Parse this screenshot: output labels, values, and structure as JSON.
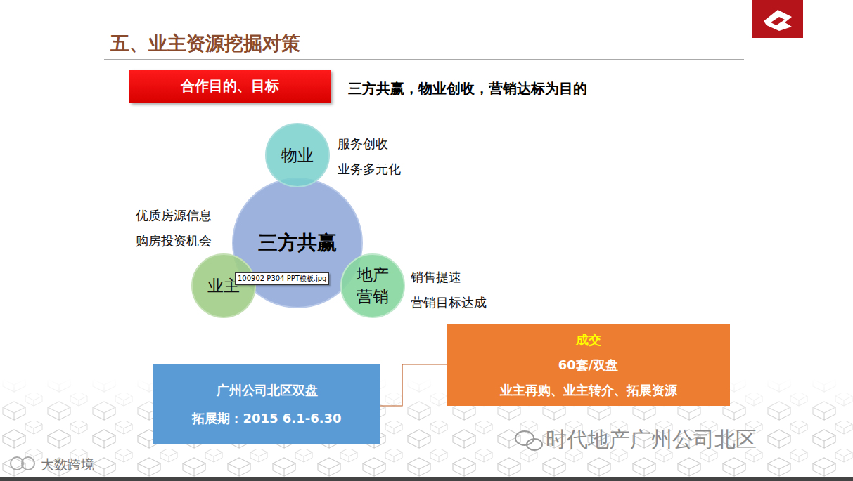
{
  "diagram": {
    "title": "五、业主资源挖掘对策",
    "nodes": [
      {
        "text": [
          "合作目的、目标"
        ]
      },
      {
        "text": [
          "物业"
        ]
      },
      {
        "text": [
          "三方共赢"
        ]
      },
      {
        "text": [
          "业主"
        ]
      },
      {
        "text": [
          "地产 营销"
        ]
      },
      {
        "text": [
          "广州公司北区双盘",
          "拓展期：2015 6.1-6.30"
        ]
      },
      {
        "text": [
          "成交",
          "60套/双盘",
          "业主再购、业主转介、拓展资源"
        ]
      }
    ],
    "edges": [
      {
        "from": 5,
        "to": 6,
        "arrow": "none"
      }
    ],
    "labels": [
      "三方共赢，物业创收，营销达标为目的",
      "服务创收",
      "业务多元化",
      "优质房源信息",
      "购房投资机会",
      "销售提速",
      "营销目标达成",
      "100902 P304 PPT模板.jpg",
      "时代地产广州公司北区",
      "大数跨境"
    ]
  }
}
